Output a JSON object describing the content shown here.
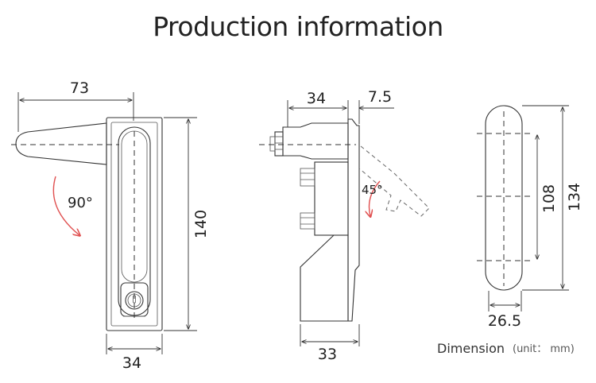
{
  "title": "Production information",
  "front_view": {
    "width_label": "73",
    "rotation_label": "90°",
    "height_label": "140",
    "base_width_label": "34"
  },
  "side_view": {
    "depth_label": "34",
    "offset_label": "7.5",
    "angle_label": "45°",
    "base_label": "33"
  },
  "back_view": {
    "inner_label": "108",
    "outer_label": "134",
    "width_label": "26.5"
  },
  "caption": {
    "text": "Dimension",
    "unit": "(unit： mm)"
  },
  "colors": {
    "accent": "#e05050",
    "line": "#333333"
  }
}
